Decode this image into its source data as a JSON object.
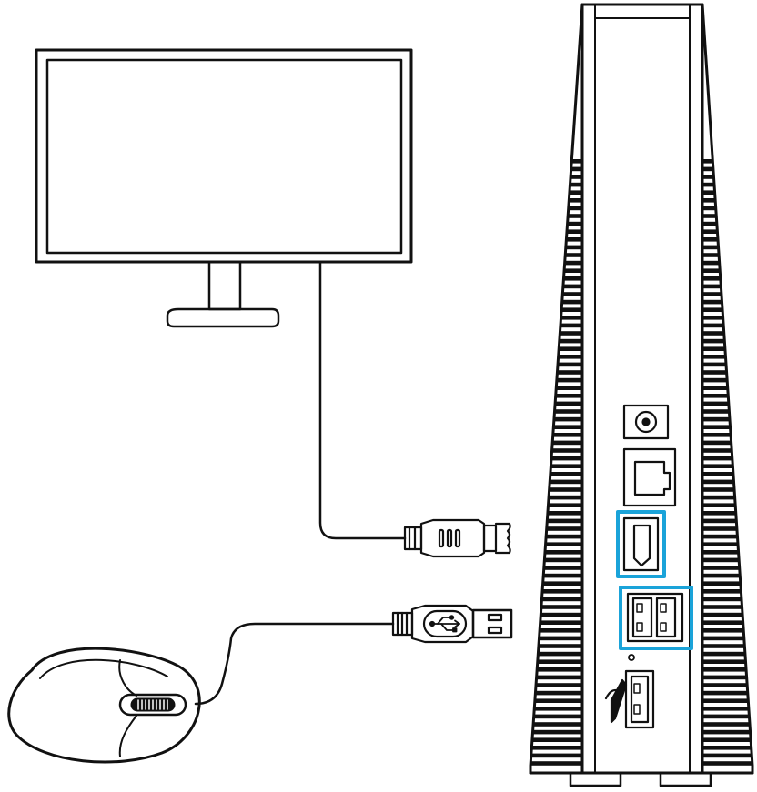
{
  "figure": {
    "kind": "connection-diagram",
    "highlight_color": "#1aa3d9",
    "line_color": "#111111",
    "components": [
      {
        "id": "monitor",
        "icon": "monitor-icon"
      },
      {
        "id": "hdmi-cable",
        "icon": "hdmi-plug-icon"
      },
      {
        "id": "mouse",
        "icon": "mouse-icon"
      },
      {
        "id": "usb-cable",
        "icon": "usb-plug-icon"
      },
      {
        "id": "device",
        "icon": "tower-device-icon"
      }
    ],
    "device_ports": [
      {
        "id": "dc-in",
        "icon": "power-jack-icon",
        "highlighted": false
      },
      {
        "id": "ethernet",
        "icon": "ethernet-port-icon",
        "highlighted": false
      },
      {
        "id": "hdmi",
        "icon": "hdmi-port-icon",
        "highlighted": true
      },
      {
        "id": "usb-dual",
        "icon": "usb-port-icon",
        "highlighted": true
      },
      {
        "id": "card-slot",
        "icon": "sd-card-slot-icon",
        "highlighted": false
      },
      {
        "id": "usb-single",
        "icon": "usb-port-icon",
        "highlighted": false
      }
    ]
  }
}
